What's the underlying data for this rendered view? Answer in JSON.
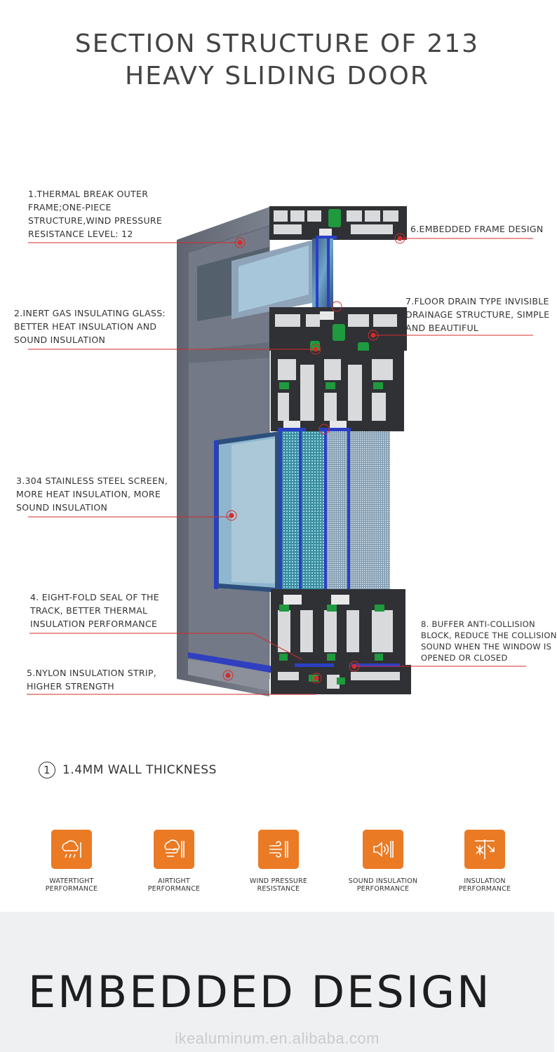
{
  "header": {
    "title_line1": "SECTION STRUCTURE OF 213",
    "title_line2": "HEAVY SLIDING DOOR"
  },
  "callouts": {
    "c1": [
      "1.THERMAL BREAK OUTER",
      "FRAME;ONE-PIECE",
      "STRUCTURE,WIND PRESSURE",
      "RESISTANCE LEVEL: 12"
    ],
    "c2": [
      "2.INERT GAS INSULATING GLASS:",
      "BETTER HEAT INSULATION AND",
      "SOUND INSULATION"
    ],
    "c3": [
      "3.304 STAINLESS STEEL SCREEN,",
      "MORE HEAT INSULATION, MORE",
      "SOUND INSULATION"
    ],
    "c4": [
      "4. EIGHT-FOLD SEAL OF THE",
      "TRACK, BETTER THERMAL",
      "INSULATION PERFORMANCE"
    ],
    "c5": [
      "5.NYLON INSULATION STRIP,",
      "HIGHER STRENGTH"
    ],
    "c6": [
      "6.EMBEDDED FRAME DESIGN"
    ],
    "c7": [
      "7.FLOOR DRAIN TYPE INVISIBLE",
      "DRAINAGE STRUCTURE, SIMPLE",
      "AND BEAUTIFUL"
    ],
    "c8": [
      "8. BUFFER ANTI-COLLISION",
      "BLOCK, REDUCE THE COLLISION",
      "SOUND WHEN THE WINDOW IS",
      "OPENED OR CLOSED"
    ]
  },
  "wall_thickness": {
    "number": "1",
    "text": "1.4MM WALL THICKNESS"
  },
  "features": [
    {
      "icon": "rain-cloud-icon",
      "line1": "WATERTIGHT",
      "line2": "PERFORMANCE"
    },
    {
      "icon": "wind-cloud-icon",
      "line1": "AIRTIGHT",
      "line2": "PERFORMANCE"
    },
    {
      "icon": "wind-pressure-icon",
      "line1": "WIND PRESSURE",
      "line2": "RESISTANCE"
    },
    {
      "icon": "speaker-icon",
      "line1": "SOUND INSULATION",
      "line2": "PERFORMANCE"
    },
    {
      "icon": "snowflake-arrow-icon",
      "line1": "INSULATION",
      "line2": "PERFORMANCE"
    }
  ],
  "bottom": {
    "title": "EMBEDDED DESIGN",
    "watermark": "ikealuminum.en.alibaba.com"
  },
  "colors": {
    "accent_orange": "#ea7a24",
    "pointer_red": "#d62b2b",
    "frame_grey": "#6f7581",
    "profile_dark": "#2f3134",
    "seal_blue": "#2b3fc4",
    "seal_green": "#1f9a3e",
    "glass_teal": "#5fb8c6"
  }
}
